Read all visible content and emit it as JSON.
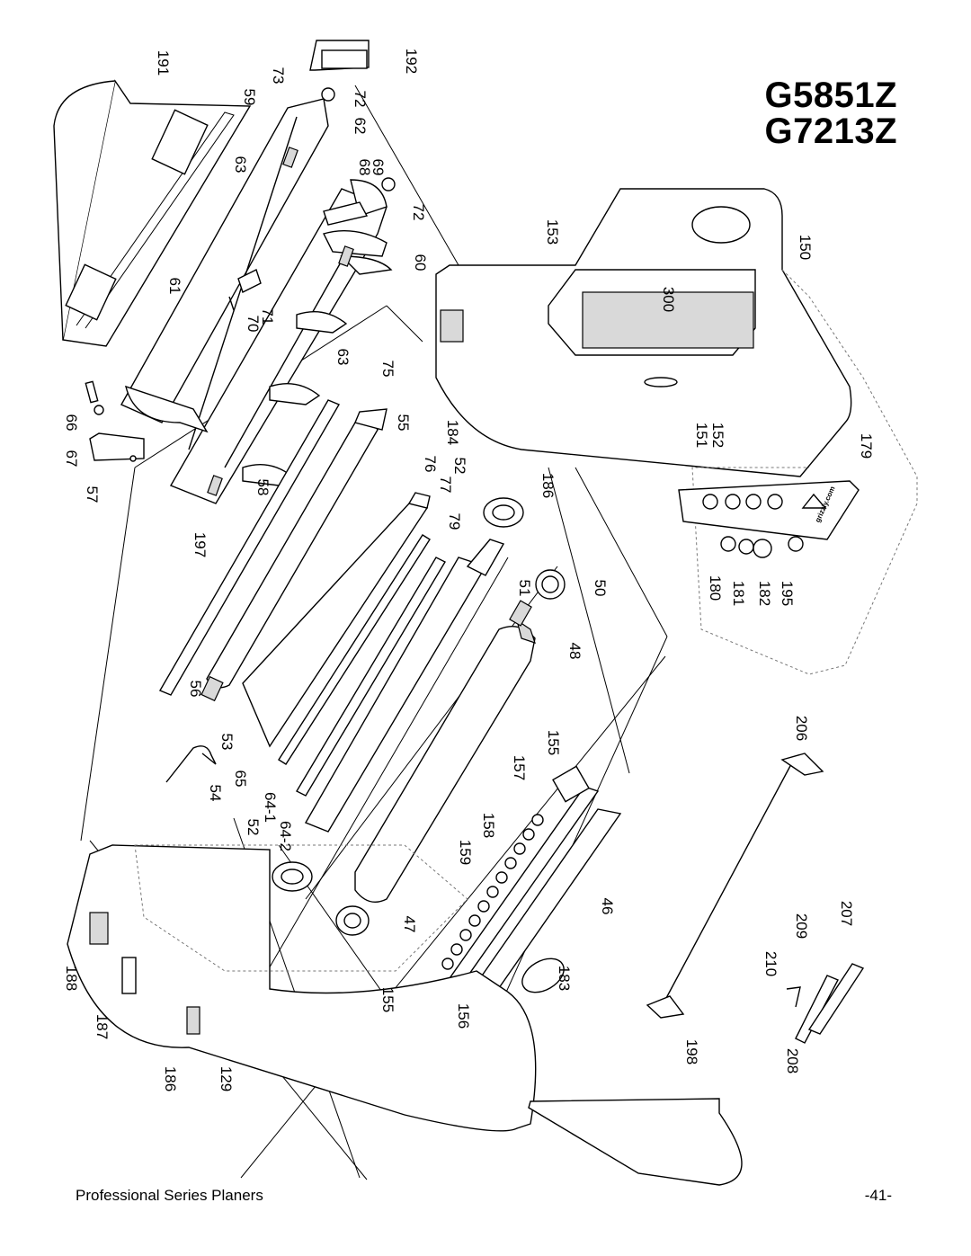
{
  "models": [
    "G5851Z",
    "G7213Z"
  ],
  "footer": {
    "left": "Professional Series Planers",
    "right": "-41-"
  },
  "labels": [
    "191",
    "192",
    "73",
    "72",
    "59",
    "62",
    "63",
    "68",
    "69",
    "72",
    "61",
    "60",
    "70",
    "71",
    "63",
    "75",
    "55",
    "66",
    "67",
    "57",
    "58",
    "76",
    "77",
    "52",
    "184",
    "153",
    "150",
    "300",
    "151",
    "152",
    "179",
    "186",
    "197",
    "79",
    "51",
    "50",
    "48",
    "180",
    "181",
    "182",
    "195",
    "56",
    "53",
    "65",
    "54",
    "64-1",
    "64-2",
    "52",
    "155",
    "157",
    "158",
    "159",
    "47",
    "46",
    "206",
    "183",
    "155",
    "156",
    "188",
    "187",
    "186",
    "129",
    "198",
    "207",
    "209",
    "210",
    "208"
  ],
  "decal_text": "grizzly.com"
}
